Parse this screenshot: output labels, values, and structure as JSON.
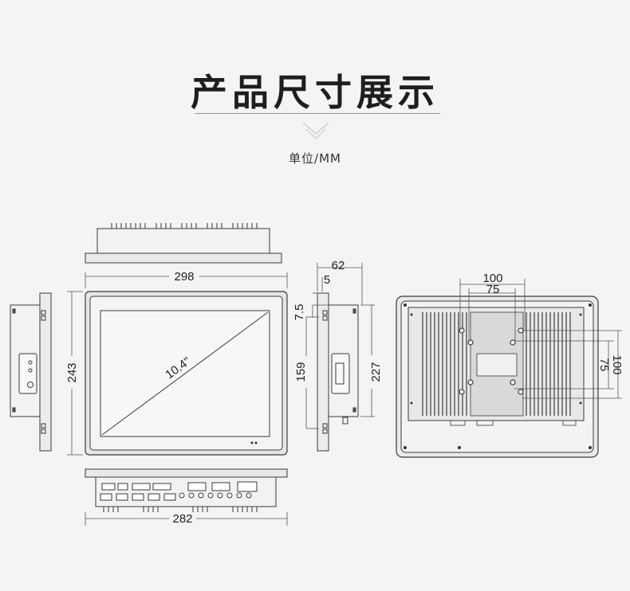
{
  "header": {
    "title": "产品尺寸展示",
    "unit": "单位/MM"
  },
  "dimensions": {
    "front_width": "298",
    "front_height": "243",
    "screen_size": "10.4\"",
    "side_depth": "62",
    "side_offset": "5",
    "side_top": "7.5",
    "side_mount": "159",
    "side_height": "227",
    "back_vesa_outer": "100",
    "back_vesa_inner": "75",
    "back_vesa_inner_v": "75",
    "back_vesa_outer_v": "100",
    "bottom_width": "282"
  },
  "colors": {
    "line": "#3a3a3a",
    "frame_fill": "#eaeaea",
    "heatsink": "#555555"
  }
}
